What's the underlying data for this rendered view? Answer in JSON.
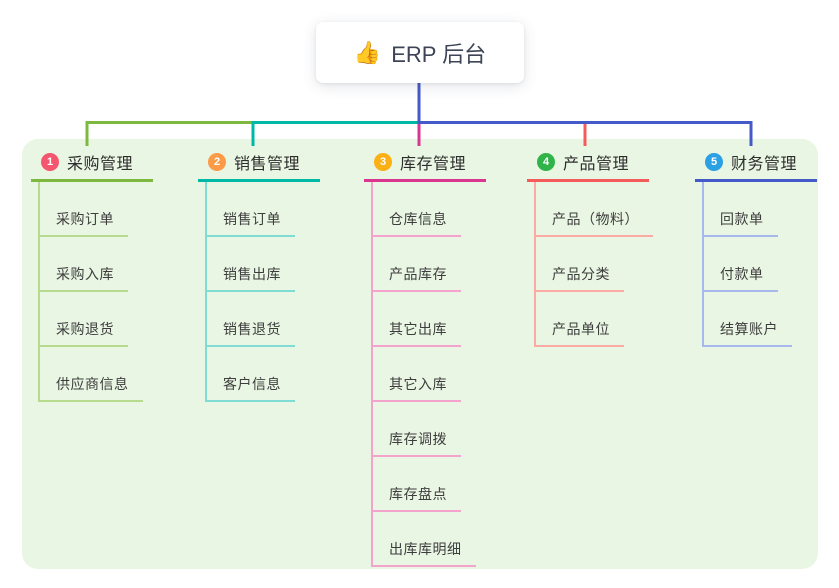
{
  "root": {
    "icon": "👍",
    "title": "ERP 后台"
  },
  "panel_color": "#eaf6e4",
  "branches": [
    {
      "index": "1",
      "label": "采购管理",
      "badge_color": "#f4566e",
      "line_color": "#7cb93e",
      "child_line_color": "#b6db8e",
      "children": [
        {
          "label": "采购订单"
        },
        {
          "label": "采购入库"
        },
        {
          "label": "采购退货"
        },
        {
          "label": "供应商信息"
        }
      ]
    },
    {
      "index": "2",
      "label": "销售管理",
      "badge_color": "#fb9b47",
      "line_color": "#00b8a6",
      "child_line_color": "#7fdcd2",
      "children": [
        {
          "label": "销售订单"
        },
        {
          "label": "销售出库"
        },
        {
          "label": "销售退货"
        },
        {
          "label": "客户信息"
        }
      ]
    },
    {
      "index": "3",
      "label": "库存管理",
      "badge_color": "#fbb015",
      "line_color": "#d8368f",
      "child_line_color": "#f3a3cc",
      "children": [
        {
          "label": "仓库信息"
        },
        {
          "label": "产品库存"
        },
        {
          "label": "其它出库"
        },
        {
          "label": "其它入库"
        },
        {
          "label": "库存调拨"
        },
        {
          "label": "库存盘点"
        },
        {
          "label": "出库库明细"
        }
      ]
    },
    {
      "index": "4",
      "label": "产品管理",
      "badge_color": "#30b44a",
      "line_color": "#f65b5b",
      "child_line_color": "#fbaaa4",
      "children": [
        {
          "label": "产品（物料）"
        },
        {
          "label": "产品分类"
        },
        {
          "label": "产品单位"
        }
      ]
    },
    {
      "index": "5",
      "label": "财务管理",
      "badge_color": "#2ba0e2",
      "line_color": "#4659c9",
      "child_line_color": "#a7b9ec",
      "children": [
        {
          "label": "回款单"
        },
        {
          "label": "付款单"
        },
        {
          "label": "结算账户"
        }
      ]
    }
  ]
}
